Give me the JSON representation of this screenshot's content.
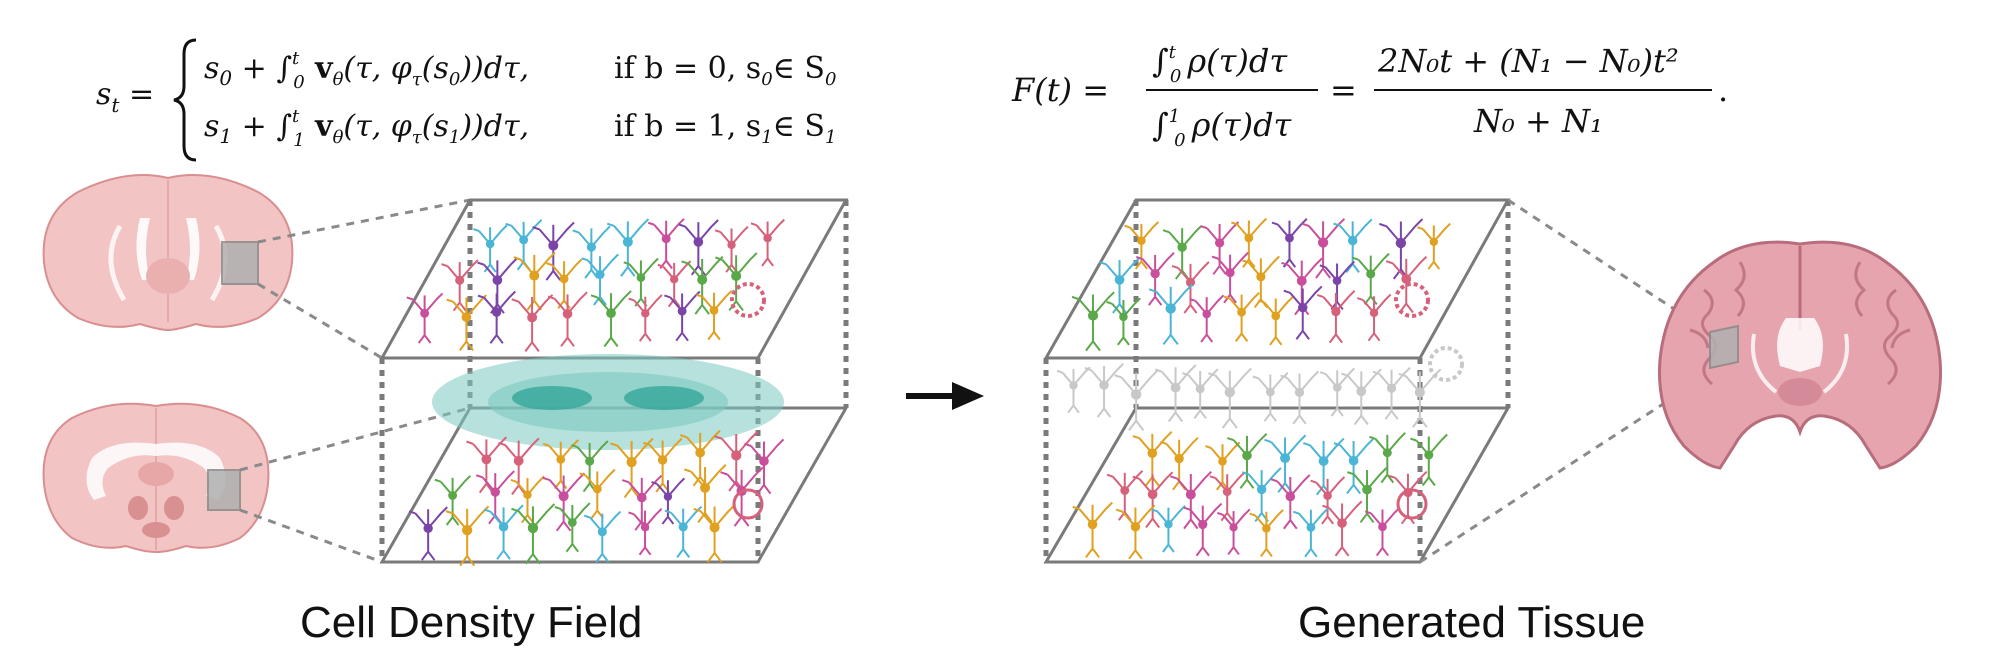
{
  "equation_left": {
    "lhs": "s",
    "lhs_sub": "t",
    "case1": {
      "start": "s",
      "start_sub": "0",
      "integrand": "(τ, φ",
      "integrand_tail": "(s",
      "integrand_sub": "0",
      "end": "))dτ,",
      "condition": "if b = 0, s",
      "condition_sub": "0",
      "condition_set": "∈ S",
      "condition_set_sub": "0"
    },
    "case2": {
      "start": "s",
      "start_sub": "1",
      "integrand": "(τ, φ",
      "integrand_tail": "(s",
      "integrand_sub": "1",
      "end": "))dτ,",
      "condition": "if b = 1, s",
      "condition_sub": "1",
      "condition_set": "∈ S",
      "condition_set_sub": "1"
    }
  },
  "equation_right": {
    "lhs": "F(t) =",
    "numerator": "ρ(τ)dτ",
    "denominator": "ρ(τ)dτ",
    "rhs_numerator": "2N₀t + (N₁ − N₀)t²",
    "rhs_denominator": "N₀ + N₁"
  },
  "captions": {
    "left": "Cell Density Field",
    "right": "Generated Tissue"
  },
  "colors": {
    "brain_fill": "#f2c4c4",
    "brain_edge": "#d98f8f",
    "brain_right": "#e6a4ae",
    "brain_right_edge": "#b86d7c",
    "box_edge": "#7a7a7a",
    "density": "#7cc9c0",
    "density_core": "#3aa89c",
    "neuron_palette": [
      "#c94f9c",
      "#4bb5d6",
      "#5ba84a",
      "#7b45a8",
      "#e0a020",
      "#d6617a"
    ],
    "ghost": "#c8c8c8"
  },
  "icons": [
    "mouse-brain-coronal-icon",
    "mouse-brain-coronal-icon",
    "human-brain-coronal-icon",
    "arrow-right-icon",
    "neuron-icon",
    "blood-vessel-ring-icon"
  ]
}
